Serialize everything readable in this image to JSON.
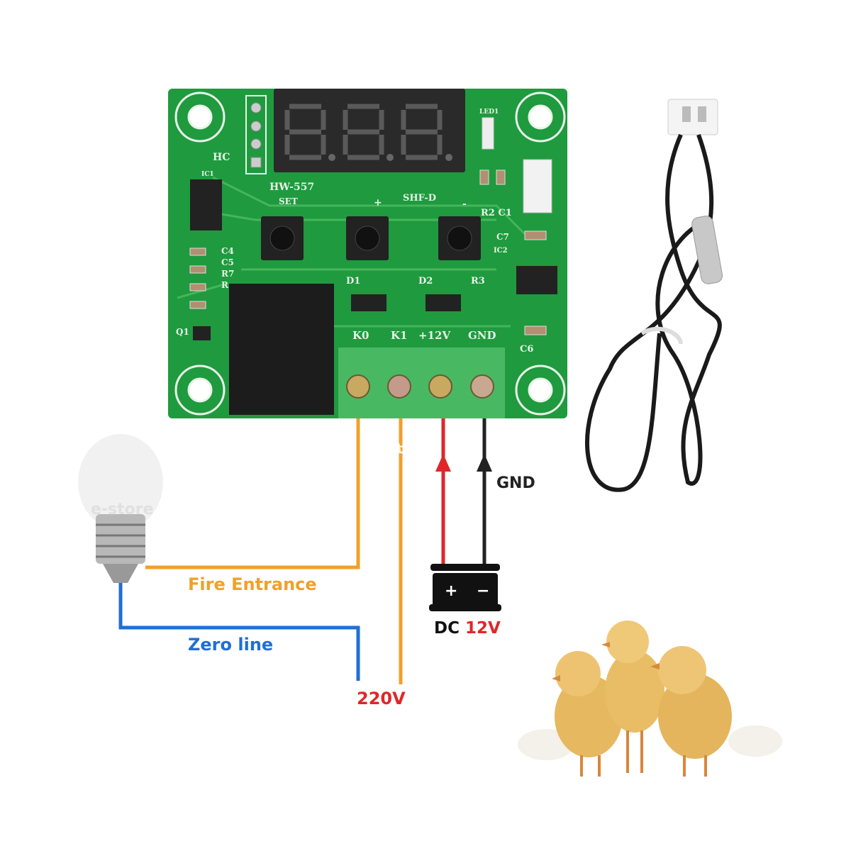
{
  "board": {
    "model": "HW-557",
    "set_label": "SET",
    "plus_label": "+",
    "minus_label": "-",
    "chip_label": "SHF-D",
    "hc_label": "HC",
    "component_labels": [
      "C4",
      "C5",
      "R7",
      "R",
      "Q1",
      "D1",
      "D2",
      "R3",
      "R2",
      "C1",
      "C7",
      "IC2",
      "C6",
      "IC1",
      "LED1"
    ],
    "terminals": [
      "K0",
      "K1",
      "+12V",
      "GND"
    ]
  },
  "wiring": {
    "fire_entrance": "Fire Entrance",
    "zero_line": "Zero line",
    "mains_voltage": "220V",
    "gnd": "GND",
    "dc_prefix": "DC",
    "dc_voltage": "12V",
    "battery_plus": "+",
    "battery_minus": "−"
  },
  "watermark": "e-store",
  "colors": {
    "pcb": "#1f9a3e",
    "terminal": "#49b862",
    "fire": "#f0a02a",
    "zero": "#1f6fd6",
    "red": "#e0262a",
    "black": "#222222"
  }
}
